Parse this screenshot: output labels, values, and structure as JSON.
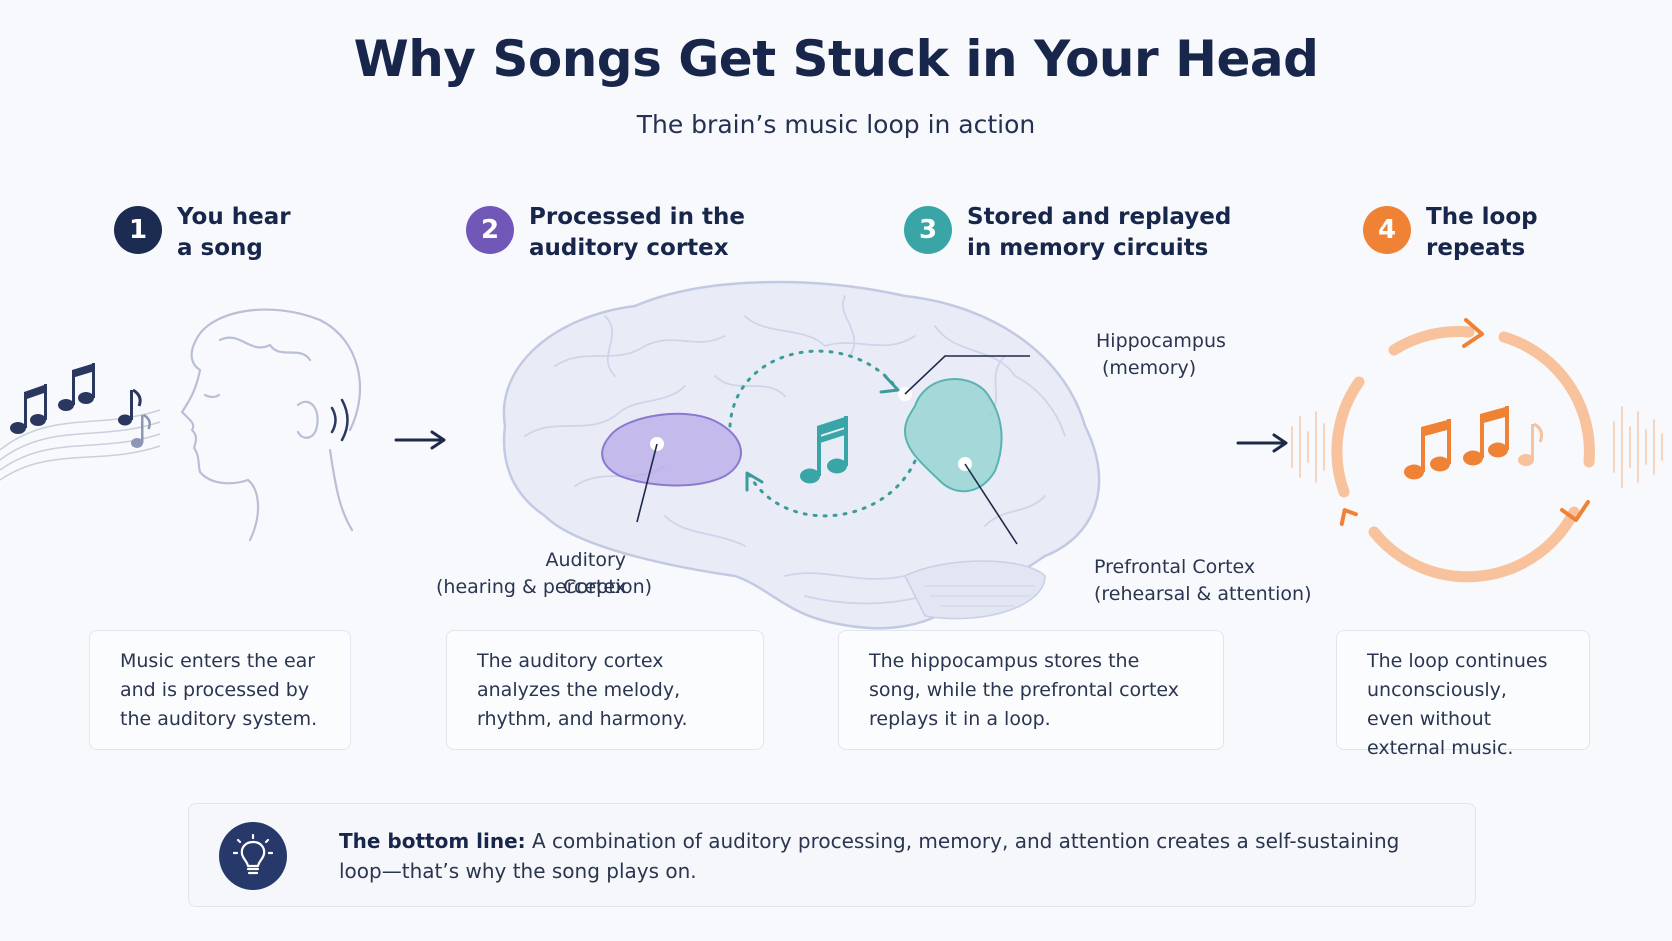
{
  "header": {
    "title": "Why Songs Get Stuck in Your Head",
    "subtitle": "The brain’s music loop in action"
  },
  "steps": [
    {
      "number": "1",
      "title": "You hear\na song",
      "color": "#1b2b52",
      "description": "Music enters the ear and is processed by the auditory system."
    },
    {
      "number": "2",
      "title": "Processed in the\nauditory cortex",
      "color": "#7158b8",
      "description": "The auditory cortex analyzes the melody, rhythm, and harmony."
    },
    {
      "number": "3",
      "title": "Stored and replayed\nin memory circuits",
      "color": "#3aa5a6",
      "description": "The hippocampus stores the song, while the prefrontal cortex replays it in a loop."
    },
    {
      "number": "4",
      "title": "The loop\nrepeats",
      "color": "#f08236",
      "description": "The loop continues unconsciously, even without external music."
    }
  ],
  "brain_labels": {
    "auditory_cortex": {
      "name": "Auditory Cortex",
      "note": "(hearing & perception)"
    },
    "hippocampus": {
      "name": "Hippocampus",
      "note": "(memory)"
    },
    "prefrontal_cortex": {
      "name": "Prefrontal Cortex",
      "note": "(rehearsal & attention)"
    }
  },
  "bottom_line": {
    "lead": "The bottom line:",
    "text": "A combination of auditory processing, memory, and attention creates a self-sustaining loop—that’s why the song plays on."
  },
  "icons": {
    "step1": "person-listening-icon",
    "step2": "brain-icon",
    "step4": "loop-arrows-icon",
    "bottom": "lightbulb-icon"
  },
  "colors": {
    "navy": "#1b2b52",
    "purple": "#7158b8",
    "teal": "#3aa5a6",
    "orange": "#f08236"
  }
}
